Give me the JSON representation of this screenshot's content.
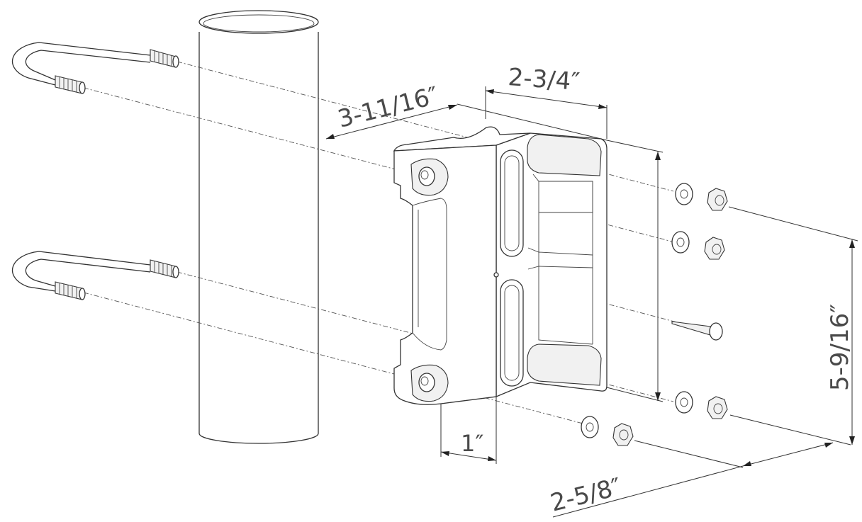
{
  "dimensions": {
    "width_top": "2-3/4″",
    "depth": "3-11/16″",
    "height": "5-9/16″",
    "offset": "1″",
    "clearance": "2-5/8″"
  }
}
